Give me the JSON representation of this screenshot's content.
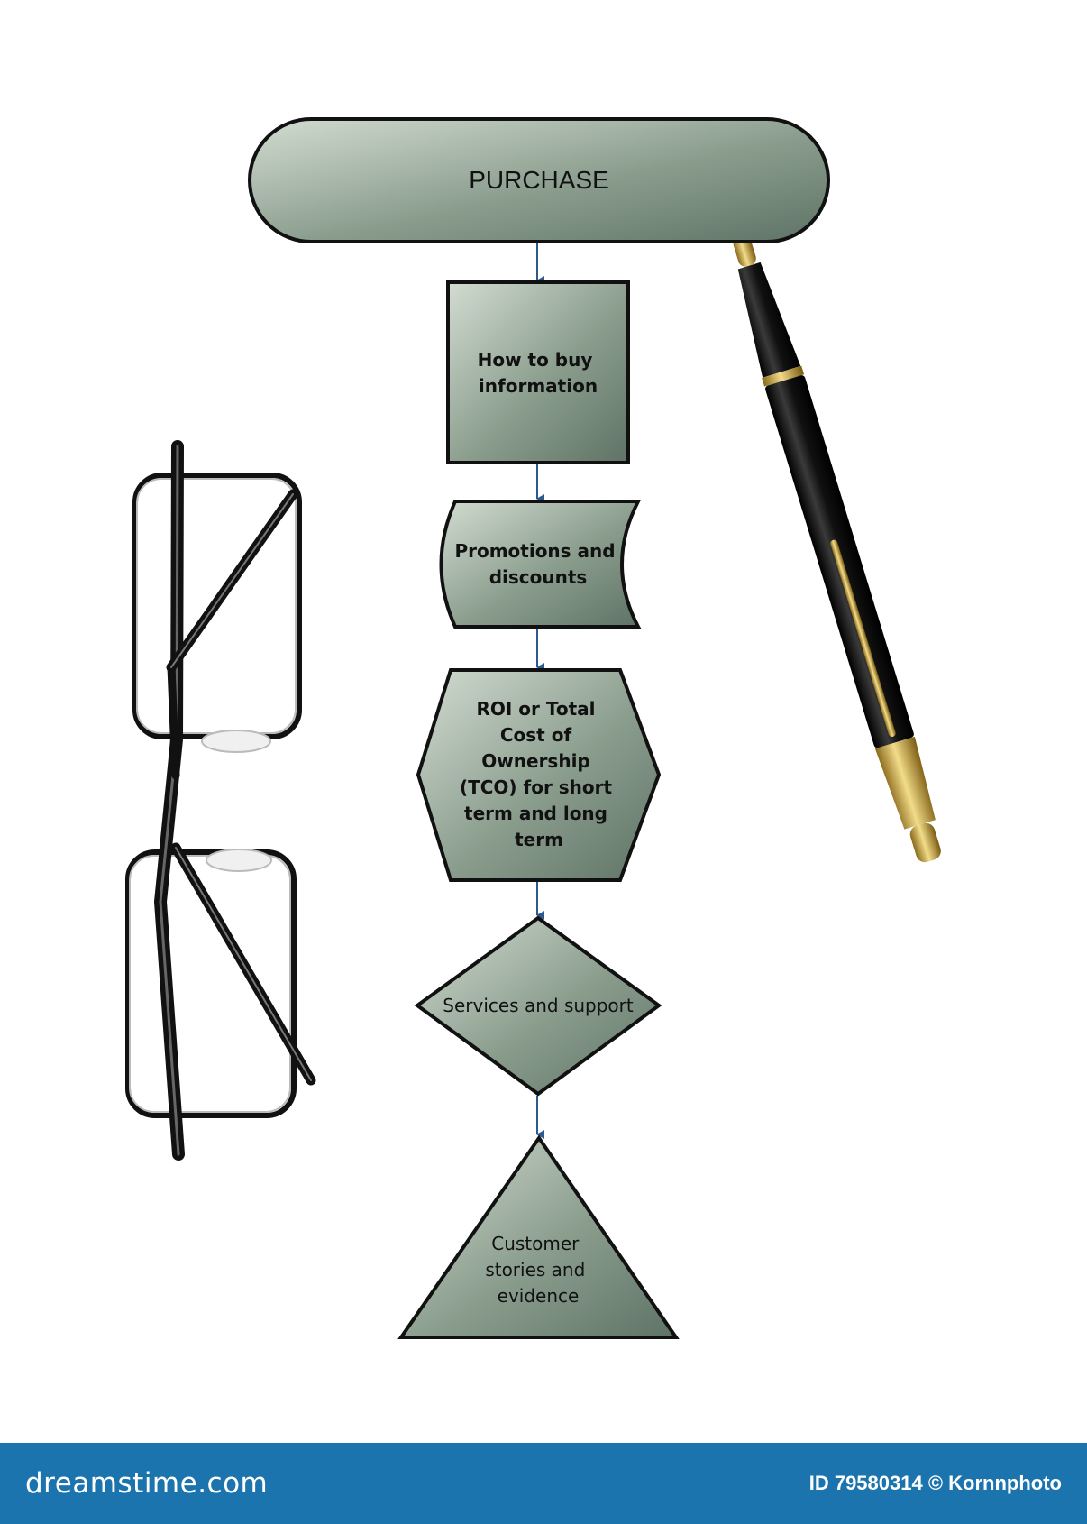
{
  "flowchart": {
    "nodes": [
      {
        "id": "purchase",
        "label_lines": [
          "PURCHASE"
        ]
      },
      {
        "id": "how-to-buy",
        "label_lines": [
          "How to buy",
          "information"
        ]
      },
      {
        "id": "promotions",
        "label_lines": [
          "Promotions and",
          "discounts"
        ]
      },
      {
        "id": "roi",
        "label_lines": [
          "ROI or Total",
          "Cost of",
          "Ownership",
          "(TCO)  for short",
          "term and long",
          "term"
        ]
      },
      {
        "id": "services",
        "label_lines": [
          "Services and support"
        ]
      },
      {
        "id": "customer",
        "label_lines": [
          "Customer",
          "stories and",
          "evidence"
        ]
      }
    ],
    "edges": [
      {
        "from": "purchase",
        "to": "how-to-buy"
      },
      {
        "from": "how-to-buy",
        "to": "promotions"
      },
      {
        "from": "promotions",
        "to": "roi"
      },
      {
        "from": "roi",
        "to": "services"
      },
      {
        "from": "services",
        "to": "customer"
      }
    ]
  },
  "colors": {
    "node_fill_light": "#ced8cd",
    "node_fill_dark": "#64786a",
    "node_stroke": "#111111",
    "arrow": "#2b5a8f",
    "footer_bg": "#1b74ad"
  },
  "objects": [
    "eyeglasses",
    "ballpoint-pen"
  ],
  "footer": {
    "brand": "dreamstime.com",
    "credit": "ID 79580314 © Kornnphoto"
  }
}
